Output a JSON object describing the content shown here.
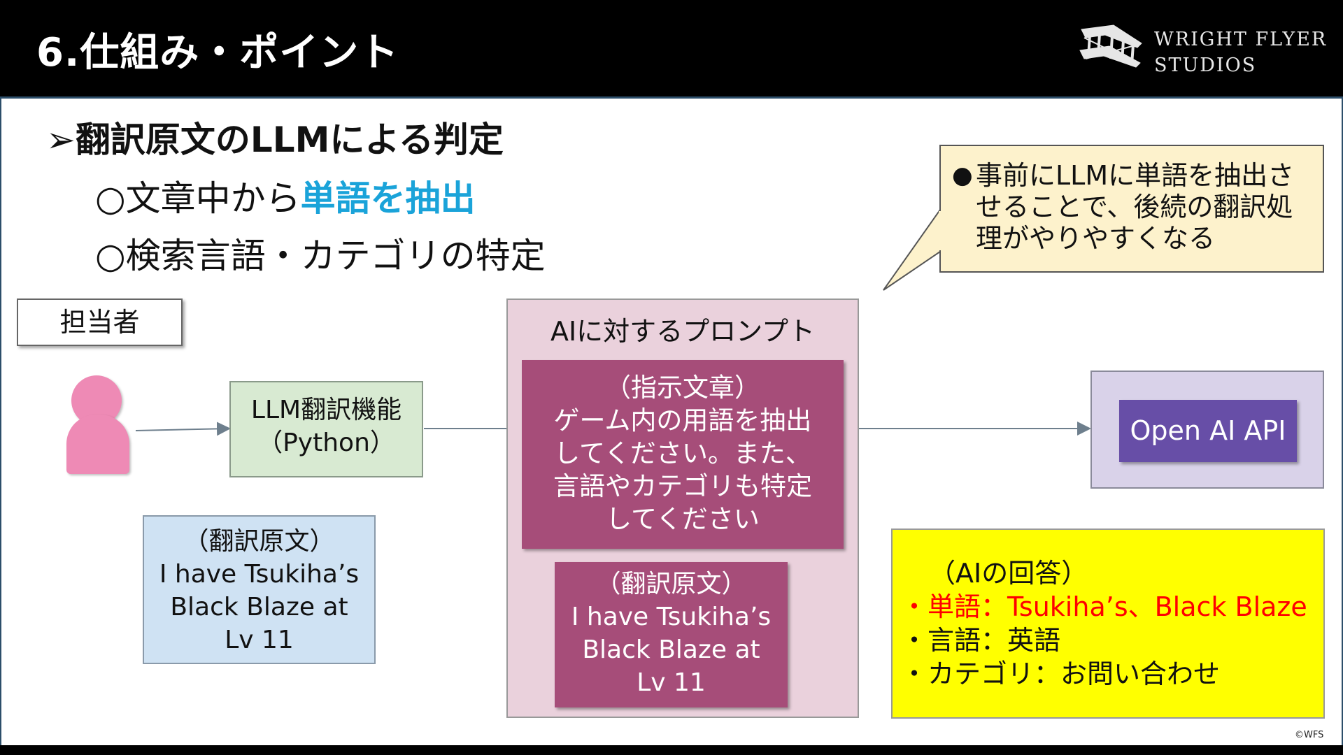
{
  "header": {
    "title": "6.仕組み・ポイント",
    "logo_line1": "WRIGHT FLYER",
    "logo_line2": "STUDIOS",
    "logo_icon": "biplane-logo-icon"
  },
  "bullets": {
    "main": "➢翻訳原文のLLMによる判定",
    "sub1_prefix": "○文章中から",
    "sub1_highlight": "単語を抽出",
    "sub2": "○検索言語・カテゴリの特定"
  },
  "callout": {
    "dot": "●",
    "text": "事前にLLMに単語を抽出させることで、後続の翻訳処理がやりやすくなる"
  },
  "diagram": {
    "person_label": "担当者",
    "person_icon": "person-icon",
    "llm_box_line1": "LLM翻訳機能",
    "llm_box_line2": "（Python）",
    "source_box": {
      "line1": "（翻訳原文）",
      "line2": "I have Tsukiha’s",
      "line3": "Black Blaze at",
      "line4": "Lv 11"
    },
    "prompt_container_title": "AIに対するプロンプト",
    "instruction_box": {
      "line1": "（指示文章）",
      "line2": "ゲーム内の用語を抽出",
      "line3": "してください。また、",
      "line4": "言語やカテゴリも特定",
      "line5": "してください"
    },
    "prompt_source_box": {
      "line1": "（翻訳原文）",
      "line2": "I have Tsukiha’s",
      "line3": "Black Blaze at",
      "line4": "Lv 11"
    },
    "api_label": "Open AI API",
    "answer": {
      "title": "（AIの回答）",
      "line1": "・単語：Tsukiha’s、Black Blaze",
      "line2": "・言語：英語",
      "line3": "・カテゴリ：お問い合わせ"
    }
  },
  "footer": {
    "copyright": "©WFS"
  },
  "colors": {
    "header_bg": "#000000",
    "highlight": "#1aa3d9",
    "callout_bg": "#fdf2cc",
    "person_fill": "#ee8ab5",
    "llm_box_bg": "#d8ead2",
    "source_box_bg": "#cfe2f3",
    "prompt_container_bg": "#ead1dc",
    "prompt_box_bg": "#a64d79",
    "api_container_bg": "#d9d2e9",
    "api_box_bg": "#674ea7",
    "answer_bg": "#ffff00",
    "answer_red": "#ff0000"
  }
}
